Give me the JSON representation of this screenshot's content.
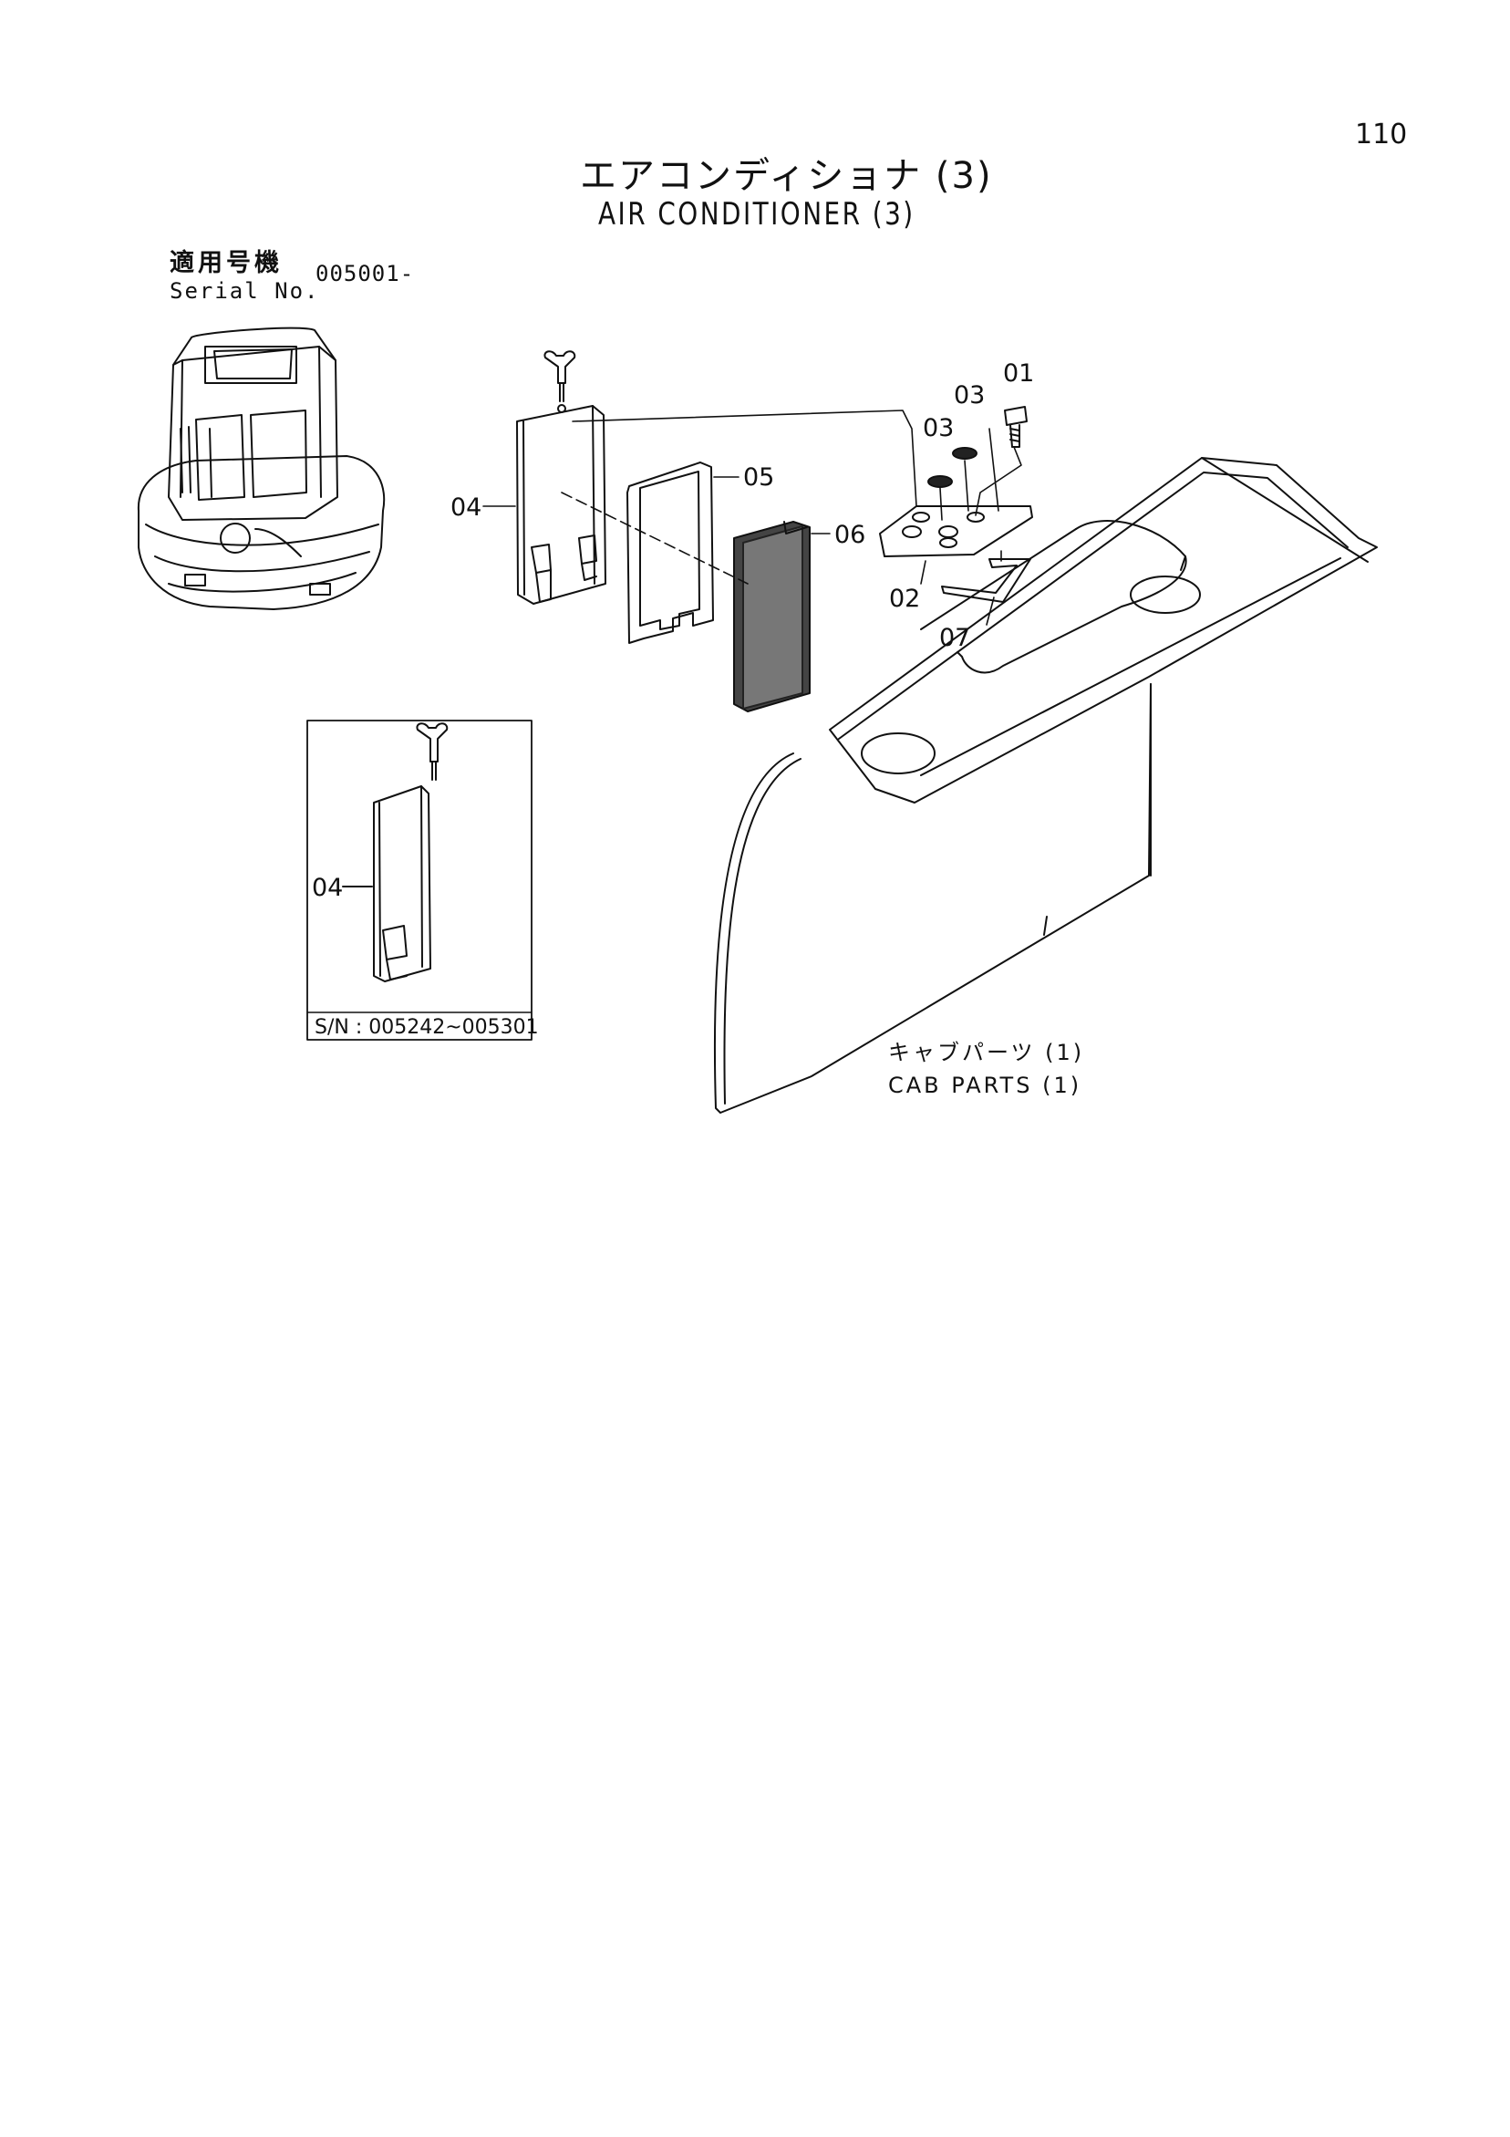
{
  "page": {
    "number": "110"
  },
  "header": {
    "title_jp": "エアコンディショナ (3)",
    "title_en": "AIR CONDITIONER (3)"
  },
  "serial": {
    "label_jp": "適用号機",
    "label_en": "Serial No.",
    "value": "005001-"
  },
  "callouts": {
    "p01": "01",
    "p02": "02",
    "p03a": "03",
    "p03b": "03",
    "p04": "04",
    "p05": "05",
    "p06": "06",
    "p07": "07"
  },
  "inset": {
    "part_label": "04",
    "serial_range": "S/N : 005242~005301"
  },
  "reference": {
    "label_jp": "キャブパーツ (1)",
    "label_en": "CAB PARTS (1)"
  }
}
